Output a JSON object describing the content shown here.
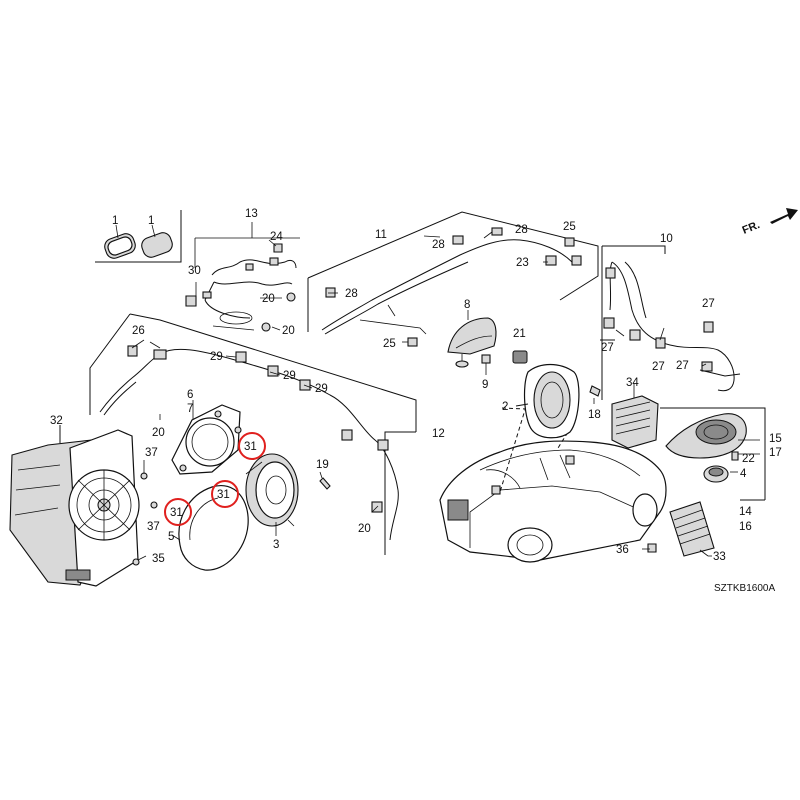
{
  "diagram": {
    "code": "SZTKB1600A",
    "direction_label": "FR.",
    "highlight_color": "#e0201e",
    "callouts": [
      {
        "id": "c1a",
        "label": "1"
      },
      {
        "id": "c1b",
        "label": "1"
      },
      {
        "id": "c13",
        "label": "13"
      },
      {
        "id": "c24",
        "label": "24"
      },
      {
        "id": "c30",
        "label": "30"
      },
      {
        "id": "c20a",
        "label": "20"
      },
      {
        "id": "c20b",
        "label": "20"
      },
      {
        "id": "c11",
        "label": "11"
      },
      {
        "id": "c28a",
        "label": "28"
      },
      {
        "id": "c28b",
        "label": "28"
      },
      {
        "id": "c28c",
        "label": "28"
      },
      {
        "id": "c25a",
        "label": "25"
      },
      {
        "id": "c23",
        "label": "23"
      },
      {
        "id": "c8",
        "label": "8"
      },
      {
        "id": "c25b",
        "label": "25"
      },
      {
        "id": "c21",
        "label": "21"
      },
      {
        "id": "c9",
        "label": "9"
      },
      {
        "id": "c10",
        "label": "10"
      },
      {
        "id": "c27a",
        "label": "27"
      },
      {
        "id": "c27b",
        "label": "27"
      },
      {
        "id": "c27c",
        "label": "27"
      },
      {
        "id": "c27d",
        "label": "27"
      },
      {
        "id": "c26",
        "label": "26"
      },
      {
        "id": "c29a",
        "label": "29"
      },
      {
        "id": "c29b",
        "label": "29"
      },
      {
        "id": "c29c",
        "label": "29"
      },
      {
        "id": "c6",
        "label": "6"
      },
      {
        "id": "c7",
        "label": "7"
      },
      {
        "id": "c12",
        "label": "12"
      },
      {
        "id": "c32",
        "label": "32"
      },
      {
        "id": "c37a",
        "label": "37"
      },
      {
        "id": "c37b",
        "label": "37"
      },
      {
        "id": "c35",
        "label": "35"
      },
      {
        "id": "c20c",
        "label": "20"
      },
      {
        "id": "c31a",
        "label": "31"
      },
      {
        "id": "c31b",
        "label": "31"
      },
      {
        "id": "c31c",
        "label": "31"
      },
      {
        "id": "c5",
        "label": "5"
      },
      {
        "id": "c3",
        "label": "3"
      },
      {
        "id": "c19",
        "label": "19"
      },
      {
        "id": "c20d",
        "label": "20"
      },
      {
        "id": "c2",
        "label": "2"
      },
      {
        "id": "c18",
        "label": "18"
      },
      {
        "id": "c34",
        "label": "34"
      },
      {
        "id": "c15",
        "label": "15"
      },
      {
        "id": "c17",
        "label": "17"
      },
      {
        "id": "c22",
        "label": "22"
      },
      {
        "id": "c4",
        "label": "4"
      },
      {
        "id": "c14",
        "label": "14"
      },
      {
        "id": "c16",
        "label": "16"
      },
      {
        "id": "c36",
        "label": "36"
      },
      {
        "id": "c33",
        "label": "33"
      }
    ]
  }
}
